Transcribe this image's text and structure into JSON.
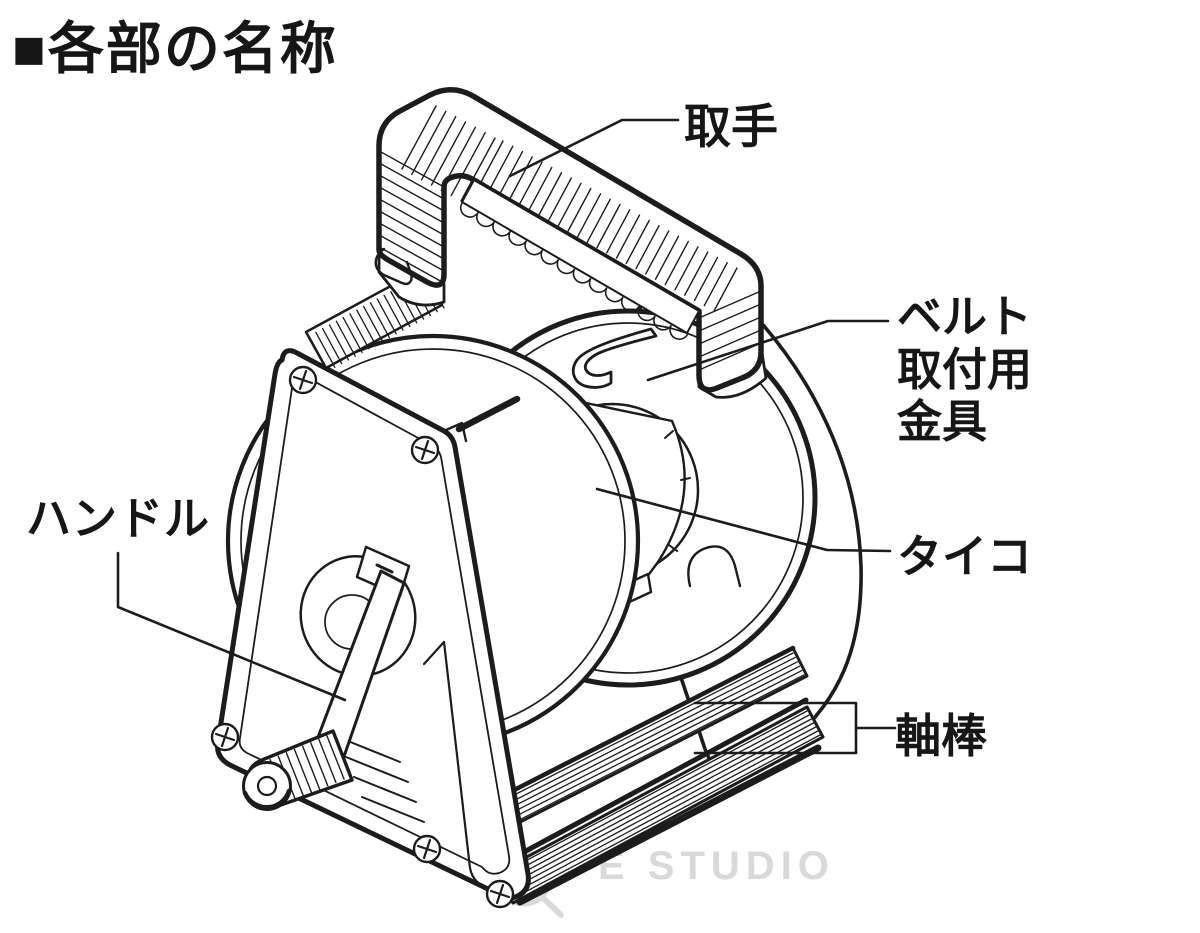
{
  "title": "■各部の名称",
  "parts": {
    "grip": "取手",
    "belt_fitting": "ベルト取付用金具",
    "drum": "タイコ",
    "crank": "ハンドル",
    "shaft_rods": "軸棒"
  },
  "watermark": "E STUDIO",
  "colors": {
    "line": "#1c1c1c",
    "text": "#161616",
    "watermark": "#d9d9d9",
    "background": "#ffffff"
  }
}
